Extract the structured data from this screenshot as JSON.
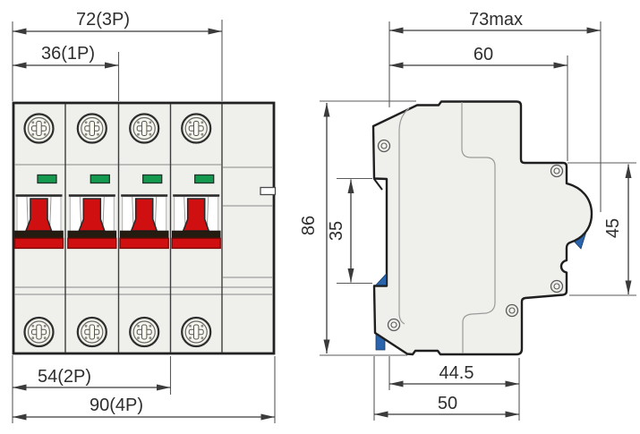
{
  "drawing_type": "circuit-breaker dimension drawing",
  "front_view": {
    "poles_shown": 4,
    "labels": {
      "w1p": "36(1P)",
      "w2p": "54(2P)",
      "w3p": "72(3P)",
      "w4p": "90(4P)"
    },
    "dimensions_mm": {
      "1P": 36,
      "2P": 54,
      "3P": 72,
      "4P": 90
    }
  },
  "side_view": {
    "labels": {
      "depth_max": "73max",
      "depth_body": "60",
      "height": "86",
      "din_slot": "35",
      "front_face": "45",
      "base_depth": "44.5",
      "total_base_depth": "50"
    },
    "dimensions_mm": {
      "depth_max": 73,
      "depth_body": 60,
      "height": 86,
      "din_slot": 35,
      "front_face": 45,
      "base_depth": 44.5,
      "total_base_depth": 50
    }
  },
  "colors": {
    "handle_red": "#d01010",
    "handle_bar_black": "#241b11",
    "indicator_green": "#149a4e",
    "clip_blue": "#2a64ad",
    "body_fill": "#efefec",
    "outline": "#222222",
    "dimension_line": "#3b3b3b"
  }
}
